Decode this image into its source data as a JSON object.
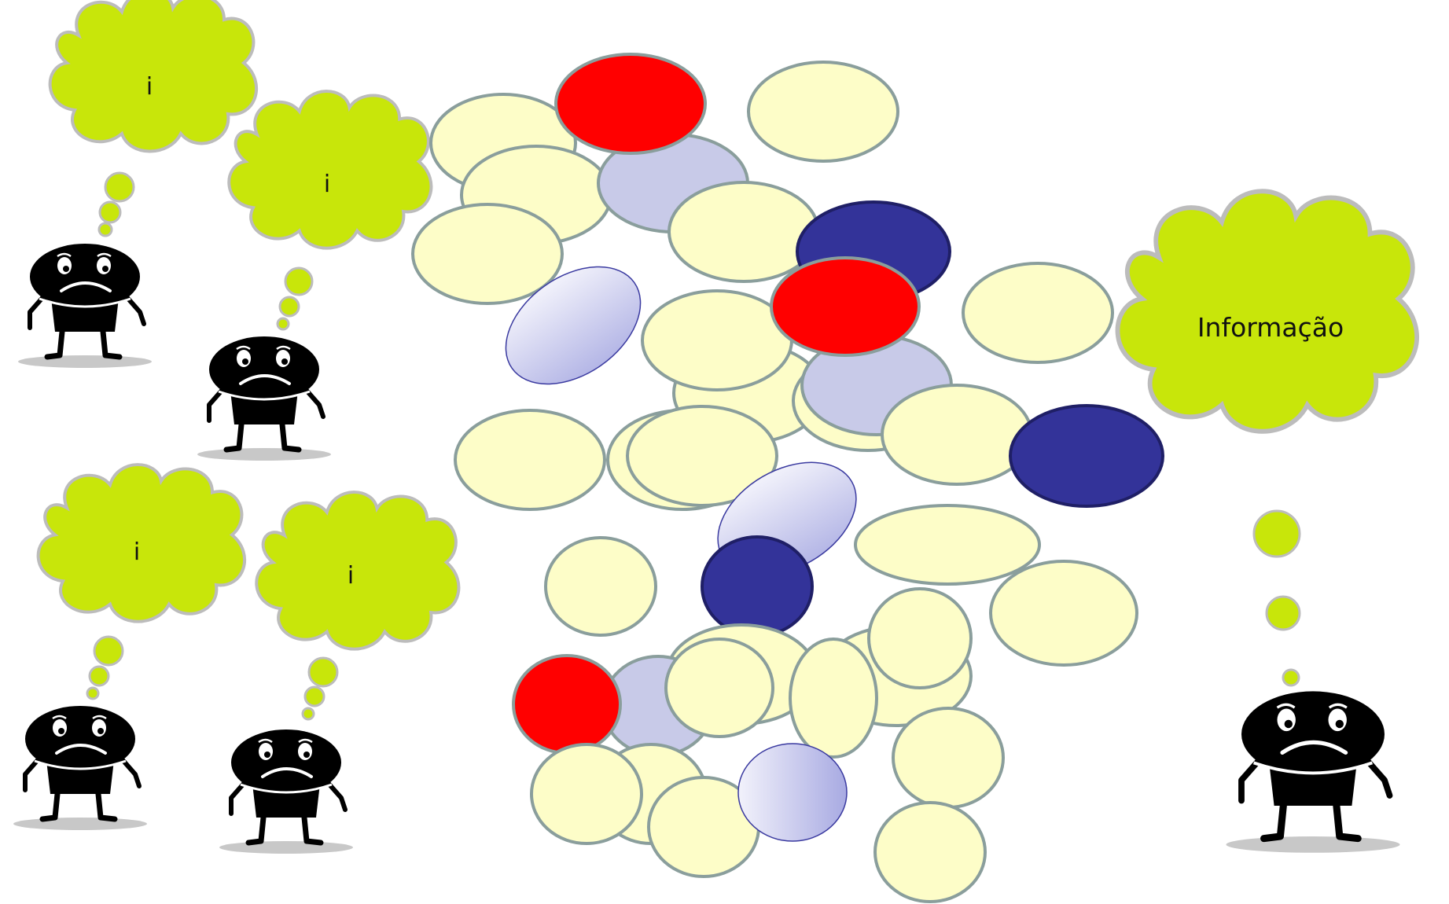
{
  "colors": {
    "cloud_fill": "#c8e60a",
    "cloud_stroke": "#bcbcbc",
    "bubble_cream": "#fdfdc8",
    "bubble_stroke": "#8a9e9c",
    "bubble_red": "#ff0000",
    "bubble_navy": "#333399",
    "bubble_lavender": "#c8cae8",
    "character": "#000000",
    "shadow": "#c8c8c8"
  },
  "small_thoughts": [
    {
      "label": "i"
    },
    {
      "label": "i"
    },
    {
      "label": "i"
    },
    {
      "label": "i"
    }
  ],
  "big_thought": {
    "label": "Informação"
  },
  "bubbles_legend": {
    "kinds": [
      "cream",
      "lavender",
      "red",
      "navy"
    ]
  }
}
